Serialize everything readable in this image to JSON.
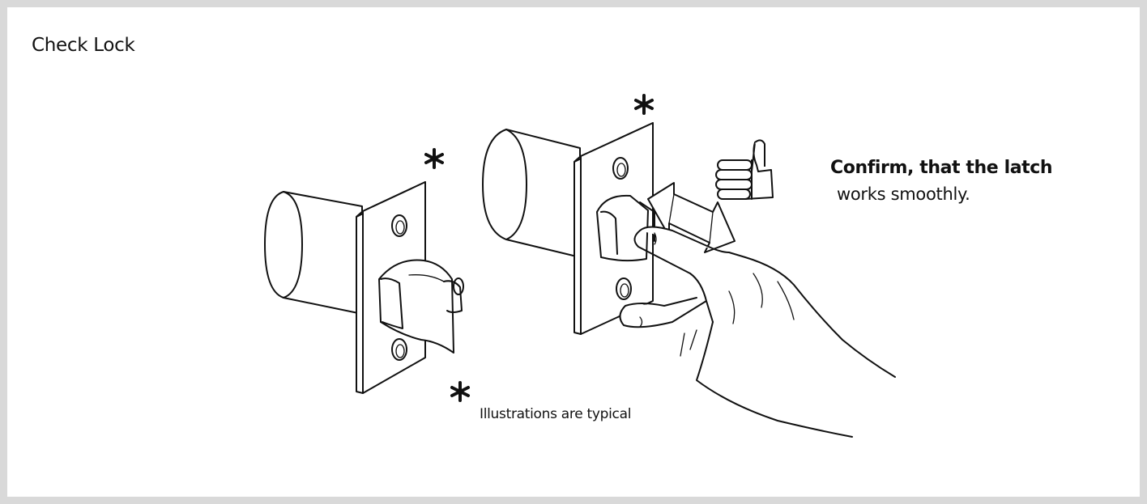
{
  "title": "Check Lock",
  "instruction": {
    "line1": "Confirm, that the latch",
    "line2": "works smoothly."
  },
  "footnote": "Illustrations are typical",
  "icons": [
    "asterisk-icon",
    "thumbs-up-icon",
    "double-arrow-icon",
    "hand-icon"
  ]
}
